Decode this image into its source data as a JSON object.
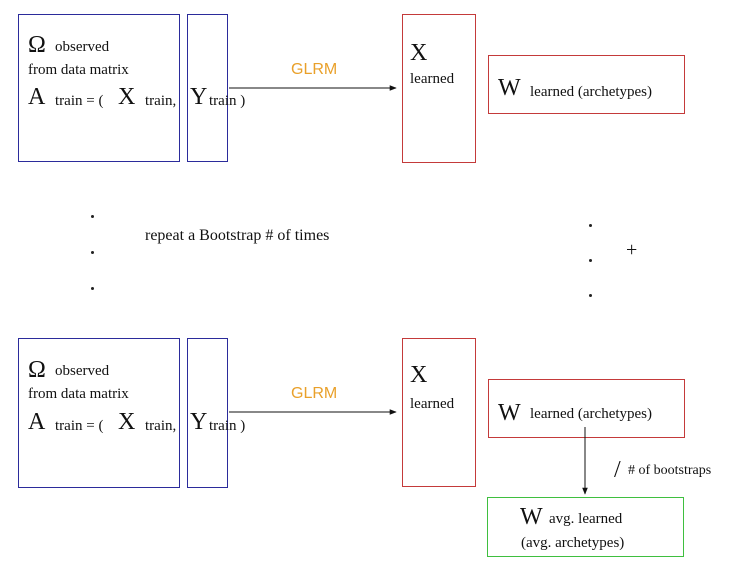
{
  "top_block": {
    "omega": "Ω",
    "observed": "observed",
    "from_data_matrix": "from data matrix",
    "a_big": "A",
    "train_eq_paren": "train = (",
    "x_big": "X",
    "train_comma": "train,",
    "y_big": "Y",
    "train_paren": "train )",
    "glrm": "GLRM",
    "x_learned_big": "X",
    "learned": "learned",
    "w_big": "W",
    "w_learned": "learned (archetypes)"
  },
  "middle": {
    "repeat_text": "repeat a Bootstrap # of times",
    "plus": "+"
  },
  "bottom_block": {
    "omega": "Ω",
    "observed": "observed",
    "from_data_matrix": "from data matrix",
    "a_big": "A",
    "train_eq_paren": "train = (",
    "x_big": "X",
    "train_comma": "train,",
    "y_big": "Y",
    "train_paren": "train )",
    "glrm": "GLRM",
    "x_learned_big": "X",
    "learned": "learned",
    "w_big": "W",
    "w_learned": "learned (archetypes)",
    "divide_slash": "/",
    "num_bootstraps": "# of bootstraps",
    "w_avg_big": "W",
    "w_avg_learned": "avg. learned",
    "avg_archetypes": "(avg. archetypes)"
  },
  "colors": {
    "data_box": "#2b2b9b",
    "learned_box": "#c43a3a",
    "result_box": "#3fbf3f",
    "glrm_label": "#e9a02a"
  }
}
